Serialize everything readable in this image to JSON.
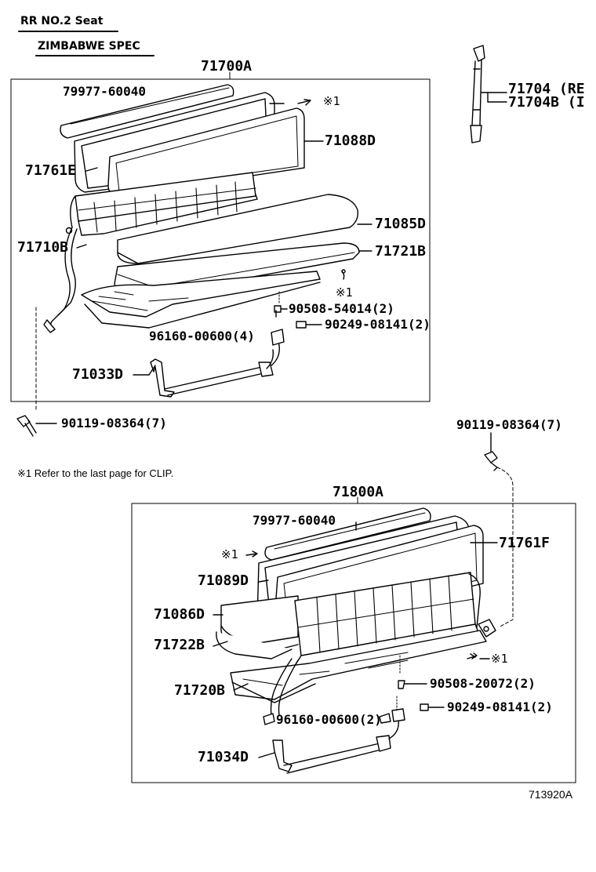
{
  "header": {
    "title": "RR NO.2 Seat",
    "spec": "ZIMBABWE SPEC"
  },
  "top_assembly": {
    "assembly": "71700A",
    "parts": {
      "p79977_top": "79977-60040",
      "clip_mark_top": "※1",
      "p71088D": "71088D",
      "p71761E": "71761E",
      "p71085D": "71085D",
      "p71710B": "71710B",
      "p71721B": "71721B",
      "clip_mark_mid": "※1",
      "p90508_54014": "90508-54014(2)",
      "p90249_top": "90249-08141(2)",
      "p96160_top": "96160-00600(4)",
      "p71033D": "71033D"
    }
  },
  "strap": {
    "line1": "71704 (RE",
    "line2": "71704B (I"
  },
  "bolts": {
    "left": "90119-08364(7)",
    "right": "90119-08364(7)"
  },
  "note": "※1  Refer to the last page for CLIP.",
  "bottom_assembly": {
    "assembly": "71800A",
    "parts": {
      "p79977_bot": "79977-60040",
      "clip_mark_bot": "※1",
      "p71761F": "71761F",
      "p71089D": "71089D",
      "p71086D": "71086D",
      "p71722B": "71722B",
      "clip_mark_bot2": "※1",
      "p71720B": "71720B",
      "p90508_20072": "90508-20072(2)",
      "p90249_bot": "90249-08141(2)",
      "p96160_bot": "96160-00600(2)",
      "p71034D": "71034D"
    }
  },
  "figure_number": "713920A"
}
